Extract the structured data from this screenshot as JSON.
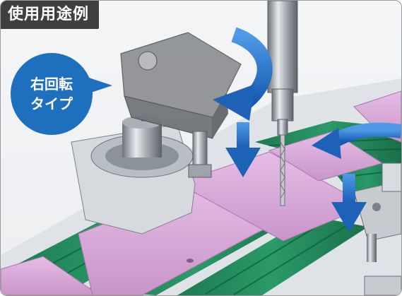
{
  "header": {
    "label": "使用用途例"
  },
  "callout": {
    "line1": "右回転",
    "line2": "タイプ"
  },
  "colors": {
    "tag_bg": "#3f3f3f",
    "callout_blue": "#1f6fbf",
    "arrow_blue": "#1f6fd0",
    "conveyor_green": "#1f8a5a",
    "workpiece_pink": "#d9a8d9"
  },
  "icons": [
    "rotation-arrow-icon",
    "down-arrow-icon",
    "curved-arrow-icon"
  ]
}
